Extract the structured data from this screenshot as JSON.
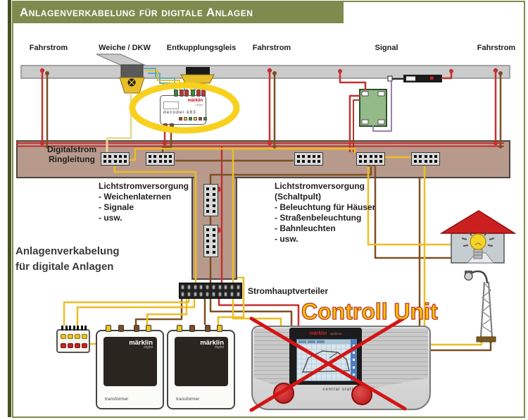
{
  "title": "Anlagenverkabelung für digitale Anlagen",
  "track_labels": [
    "Fahrstrom",
    "Weiche / DKW",
    "Entkupplungsgleis",
    "Fahrstrom",
    "Signal",
    "Fahrstrom"
  ],
  "ring_label": {
    "line1": "Digitalstrom",
    "line2": "Ringleitung"
  },
  "decoder_k83": {
    "name": "decoder k83",
    "brand": "märklin",
    "brand_sub": "digital"
  },
  "supply_left": {
    "title": "Lichtstromversorgung",
    "lines": [
      "- Weichenlaternen",
      "- Signale",
      "- usw."
    ]
  },
  "supply_right": {
    "title": "Lichtstromversorgung",
    "subtitle": "(Schaltpult)",
    "lines": [
      "- Beleuchtung für Häuser",
      "- Straßenbeleuchtung",
      "- Bahnleuchten",
      "- usw."
    ]
  },
  "caption": {
    "line1": "Anlagenverkabelung",
    "line2": "für digitale Anlagen"
  },
  "distributor_label": "Stromhauptverteiler",
  "controll_unit_label": "Controll Unit",
  "central_station": {
    "brand": "märklin",
    "brand_sub": "systems",
    "name": "central station"
  },
  "transformer": {
    "brand": "märklin",
    "brand_sub": "digital",
    "label": "transformer"
  },
  "colors": {
    "accent_green": "#7d8c4e",
    "border_green": "#44521f",
    "band": "#b89a8c",
    "wire_red": "#c53030",
    "wire_brown": "#7d4f23",
    "wire_yellow": "#ecbe24",
    "wire_blue": "#58aacb",
    "wire_purple": "#9b7fae",
    "highlight_yellow": "#f7d11e",
    "cross_red": "#d41414"
  }
}
